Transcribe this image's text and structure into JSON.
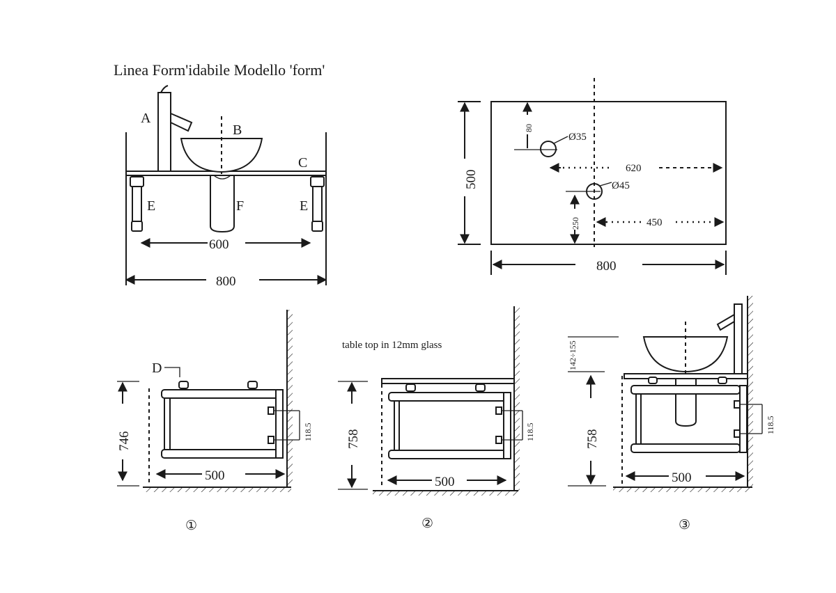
{
  "title": "Linea Form'idabile Modello 'form'",
  "front_view": {
    "labels": {
      "a": "A",
      "b": "B",
      "c": "C",
      "e_left": "E",
      "e_right": "E",
      "f": "F"
    },
    "dim_inner": "600",
    "dim_outer": "800"
  },
  "top_view": {
    "dim_height": "500",
    "dim_width": "800",
    "dim_80": "80",
    "dim_35": "Ø35",
    "dim_620": "620",
    "dim_45": "Ø45",
    "dim_450": "450",
    "dim_250": "250"
  },
  "side_views": [
    {
      "number": "①",
      "height": "746",
      "depth": "500",
      "shelf_gap": "118.5",
      "label_d": "D"
    },
    {
      "number": "②",
      "height": "758",
      "depth": "500",
      "shelf_gap": "118.5",
      "note": "table top in 12mm glass"
    },
    {
      "number": "③",
      "height": "758",
      "depth": "500",
      "shelf_gap": "118.5",
      "range": "142÷155"
    }
  ]
}
